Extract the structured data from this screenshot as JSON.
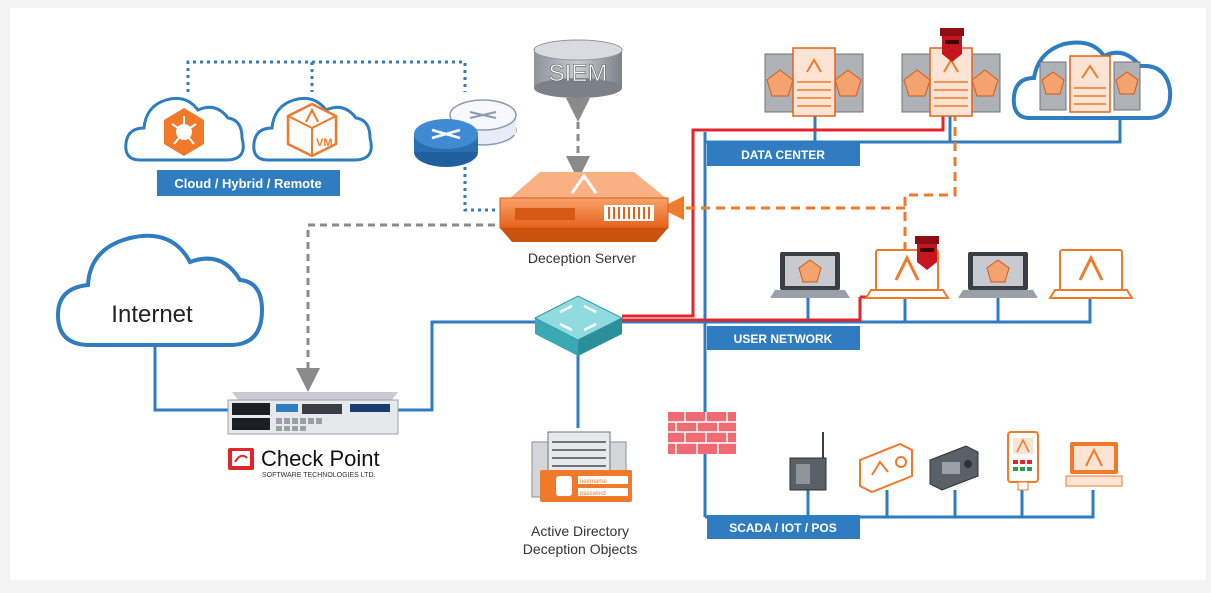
{
  "labels": {
    "siem": "SIEM",
    "cloud_banner": "Cloud / Hybrid / Remote",
    "vm": "VM",
    "internet": "Internet",
    "deception_server": "Deception Server",
    "data_center": "DATA CENTER",
    "user_network": "USER NETWORK",
    "scada": "SCADA / IOT / POS",
    "ad_line1": "Active Directory",
    "ad_line2": "Deception Objects",
    "checkpoint_name": "Check Point",
    "checkpoint_tag": "SOFTWARE TECHNOLOGIES LTD.",
    "ad_username": "username",
    "ad_password": "password"
  },
  "colors": {
    "network_blue": "#2f7dc0",
    "deception_orange": "#f07a2a",
    "attack_red": "#e0262b",
    "gray_arrow": "#8a8a8a",
    "banner_blue": "#2f7dc0"
  }
}
